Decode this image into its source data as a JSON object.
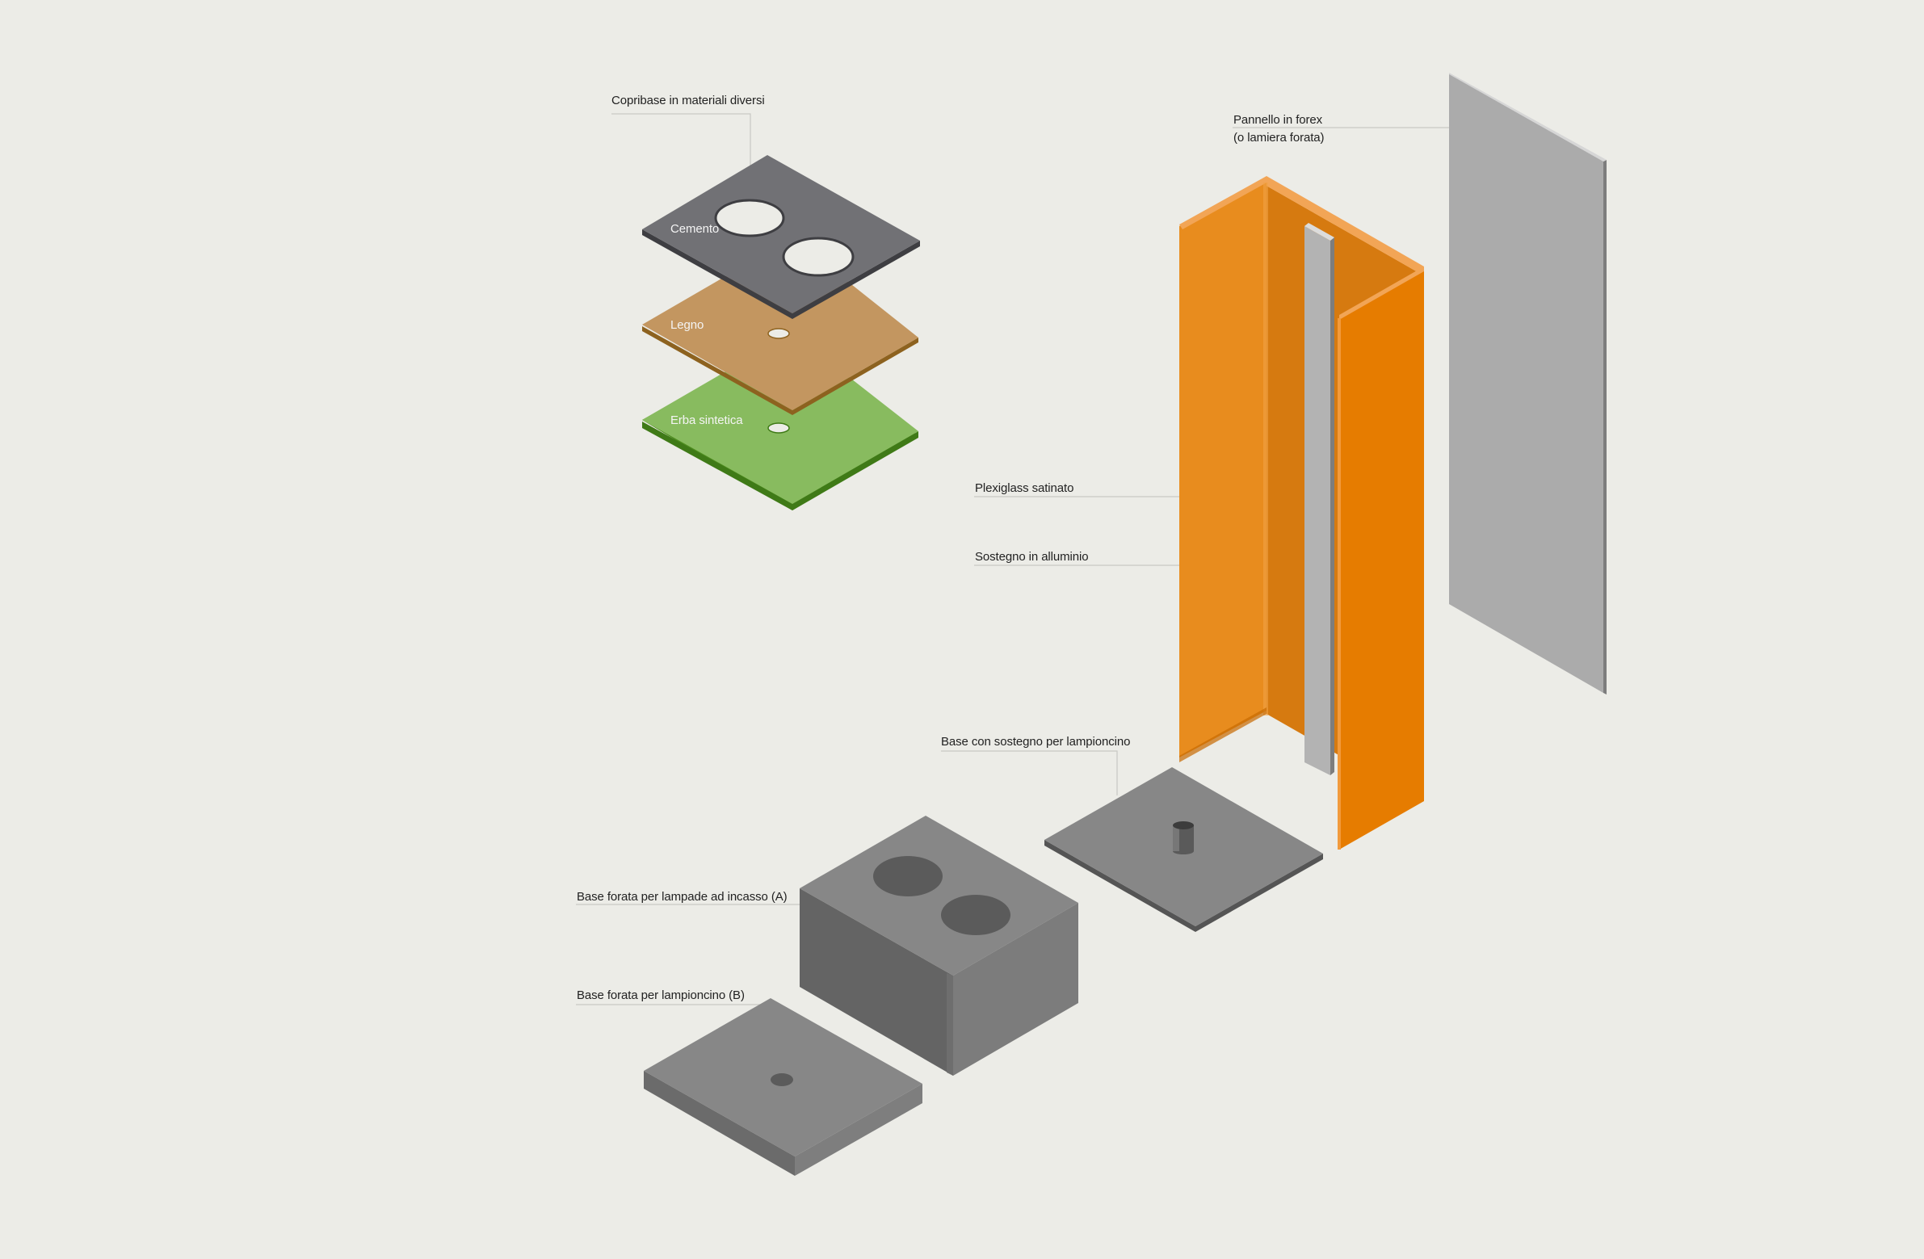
{
  "labels": {
    "copribase": "Copribase in materiali diversi",
    "cemento": "Cemento",
    "legno": "Legno",
    "erba": "Erba sintetica",
    "pannello_line1": "Pannello in forex",
    "pannello_line2": "(o lamiera forata)",
    "plexiglass": "Plexiglass satinato",
    "sostegno": "Sostegno in alluminio",
    "base_sostegno": "Base con sostegno per lampioncino",
    "base_a": "Base forata per lampade ad incasso (A)",
    "base_b": "Base forata per lampioncino (B)"
  },
  "colors": {
    "background": "#ecece7",
    "cemento": "#717175",
    "legno": "#c39660",
    "erba": "#88bb5f",
    "plexiglass": "#e8850f",
    "aluminium": "#b3b3b3",
    "forex": "#ababab",
    "base_grey": "#878787",
    "leader_line": "#c8c8c4"
  }
}
